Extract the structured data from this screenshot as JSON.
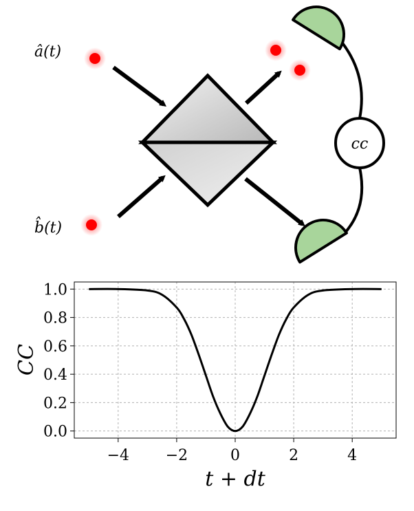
{
  "diagram": {
    "input_a_label": "â(t)",
    "input_b_label": "b̂(t)",
    "coincidence_label": "cc",
    "colors": {
      "photon": "#ff0000",
      "detector": "#a8d59b",
      "splitter_light": "#f2f2f2",
      "splitter_dark": "#b5b5b5",
      "ink": "#000000"
    }
  },
  "chart_data": {
    "type": "line",
    "title": "",
    "xlabel": "t + dt",
    "ylabel": "CC",
    "xlim": [
      -5.5,
      5.5
    ],
    "ylim": [
      -0.05,
      1.05
    ],
    "xticks": [
      -4,
      -2,
      0,
      2,
      4
    ],
    "yticks": [
      0.0,
      0.2,
      0.4,
      0.6,
      0.8,
      1.0
    ],
    "xtick_labels": [
      "−4",
      "−2",
      "0",
      "2",
      "4"
    ],
    "ytick_labels": [
      "0.0",
      "0.2",
      "0.4",
      "0.6",
      "0.8",
      "1.0"
    ],
    "grid": true,
    "series": [
      {
        "x": [
          -5,
          -4,
          -3,
          -2.5,
          -2,
          -1.75,
          -1.5,
          -1.25,
          -1,
          -0.75,
          -0.5,
          -0.25,
          0,
          0.25,
          0.5,
          0.75,
          1,
          1.25,
          1.5,
          1.75,
          2,
          2.5,
          3,
          4,
          5
        ],
        "y": [
          1.0,
          1.0,
          0.99,
          0.96,
          0.87,
          0.79,
          0.68,
          0.54,
          0.39,
          0.24,
          0.12,
          0.03,
          0.0,
          0.03,
          0.12,
          0.24,
          0.39,
          0.54,
          0.68,
          0.79,
          0.87,
          0.96,
          0.99,
          1.0,
          1.0
        ]
      }
    ]
  }
}
